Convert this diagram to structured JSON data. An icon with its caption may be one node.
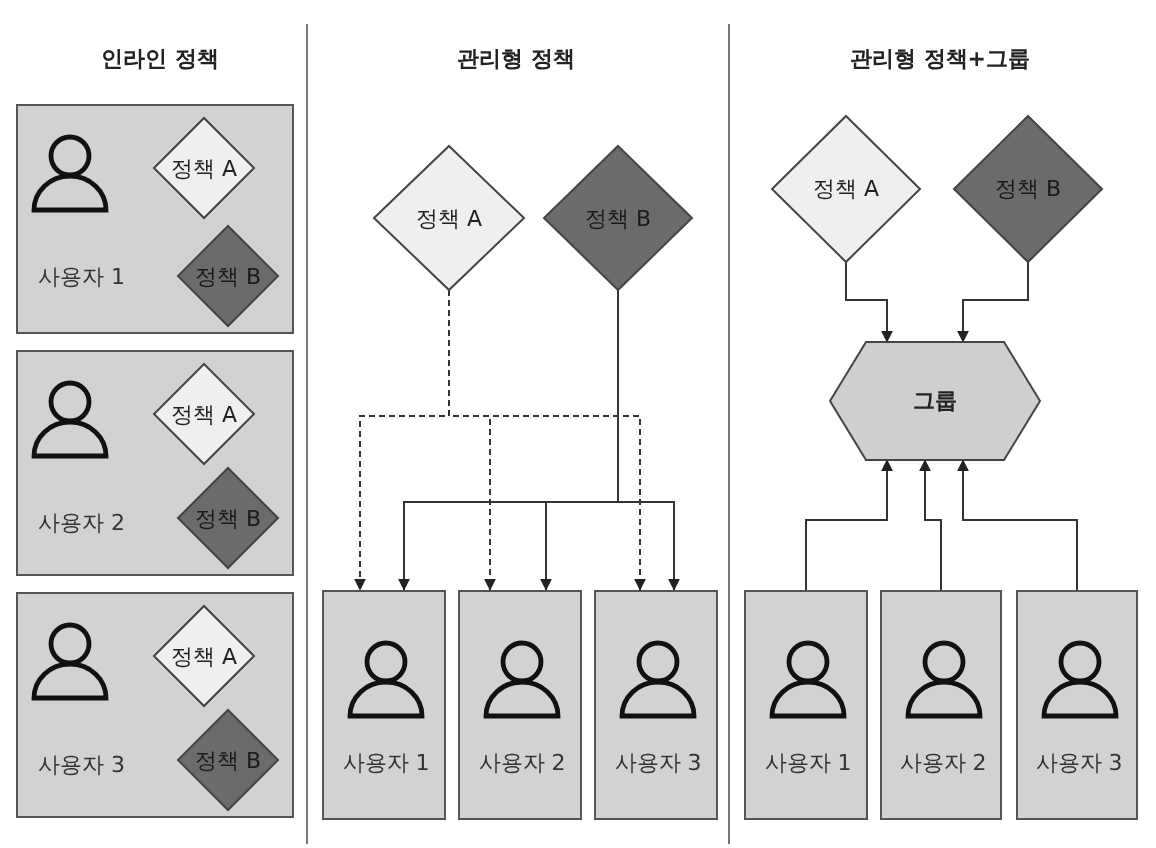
{
  "diagram": {
    "nodes": [
      {
        "text": [
          "사용자 1"
        ]
      },
      {
        "text": [
          "정책 A"
        ],
        "in": 0
      },
      {
        "text": [
          "정책 B"
        ],
        "in": 0
      },
      {
        "text": [
          "사용자 2"
        ]
      },
      {
        "text": [
          "정책 A"
        ],
        "in": 3
      },
      {
        "text": [
          "정책 B"
        ],
        "in": 3
      },
      {
        "text": [
          "사용자 3"
        ]
      },
      {
        "text": [
          "정책 A"
        ],
        "in": 6
      },
      {
        "text": [
          "정책 B"
        ],
        "in": 6
      },
      {
        "text": [
          "정책 A"
        ]
      },
      {
        "text": [
          "정책 B"
        ]
      },
      {
        "text": [
          "사용자 1"
        ]
      },
      {
        "text": [
          "사용자 2"
        ]
      },
      {
        "text": [
          "사용자 3"
        ]
      },
      {
        "text": [
          "정책 A"
        ]
      },
      {
        "text": [
          "정책 B"
        ]
      },
      {
        "text": [
          "그룹"
        ]
      },
      {
        "text": [
          "사용자 1"
        ]
      },
      {
        "text": [
          "사용자 2"
        ]
      },
      {
        "text": [
          "사용자 3"
        ]
      }
    ],
    "edges": [
      {
        "from": 9,
        "to": 11,
        "arrow": "to",
        "style": "dashed"
      },
      {
        "from": 9,
        "to": 12,
        "arrow": "to",
        "style": "dashed"
      },
      {
        "from": 9,
        "to": 13,
        "arrow": "to",
        "style": "dashed"
      },
      {
        "from": 10,
        "to": 11,
        "arrow": "to"
      },
      {
        "from": 10,
        "to": 12,
        "arrow": "to"
      },
      {
        "from": 10,
        "to": 13,
        "arrow": "to"
      },
      {
        "from": 14,
        "to": 16,
        "arrow": "to"
      },
      {
        "from": 15,
        "to": 16,
        "arrow": "to"
      },
      {
        "from": 17,
        "to": 16,
        "arrow": "to"
      },
      {
        "from": 18,
        "to": 16,
        "arrow": "to"
      },
      {
        "from": 19,
        "to": 16,
        "arrow": "to"
      }
    ],
    "labels": [
      "인라인 정책",
      "관리형 정책",
      "관리형 정책+그룹"
    ]
  }
}
